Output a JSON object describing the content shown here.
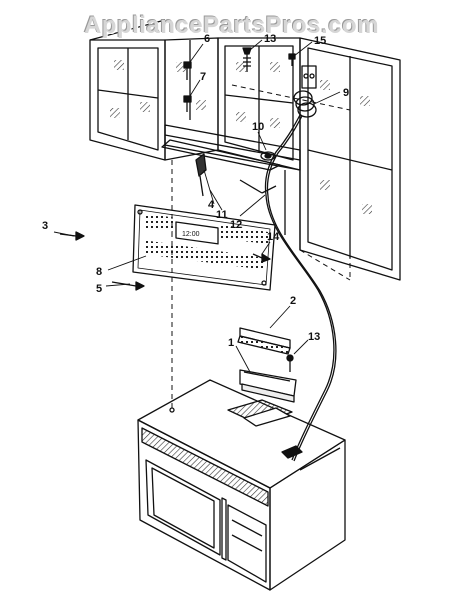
{
  "watermark": "AppliancePartsPros.com",
  "diagram": {
    "callouts": [
      "1",
      "2",
      "3",
      "4",
      "5",
      "6",
      "7",
      "8",
      "9",
      "10",
      "11",
      "12",
      "13",
      "13",
      "14",
      "15"
    ],
    "display_text": "12:00"
  },
  "colors": {
    "line": "#111111",
    "hatch": "#333333",
    "watermark": "#d6d6d6"
  }
}
